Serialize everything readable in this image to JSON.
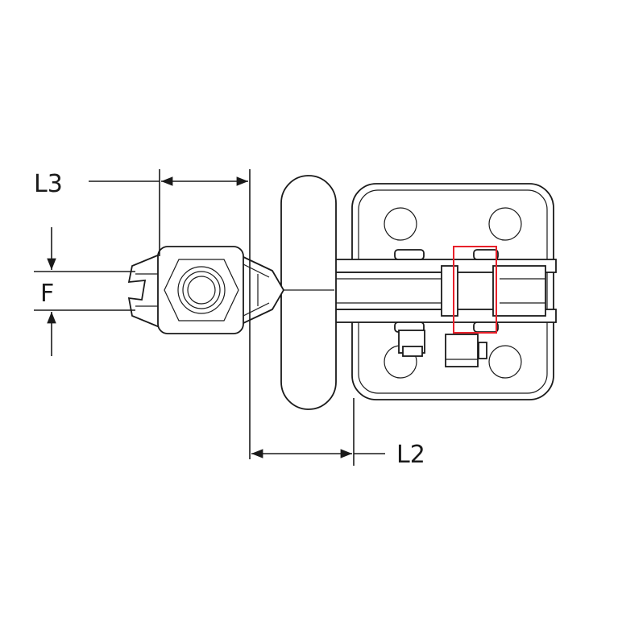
{
  "diagram": {
    "labels": {
      "l3": "L3",
      "f": "F",
      "l2": "L2"
    },
    "highlight_color": "#e8202a",
    "line_color": "#1a1a1a"
  }
}
